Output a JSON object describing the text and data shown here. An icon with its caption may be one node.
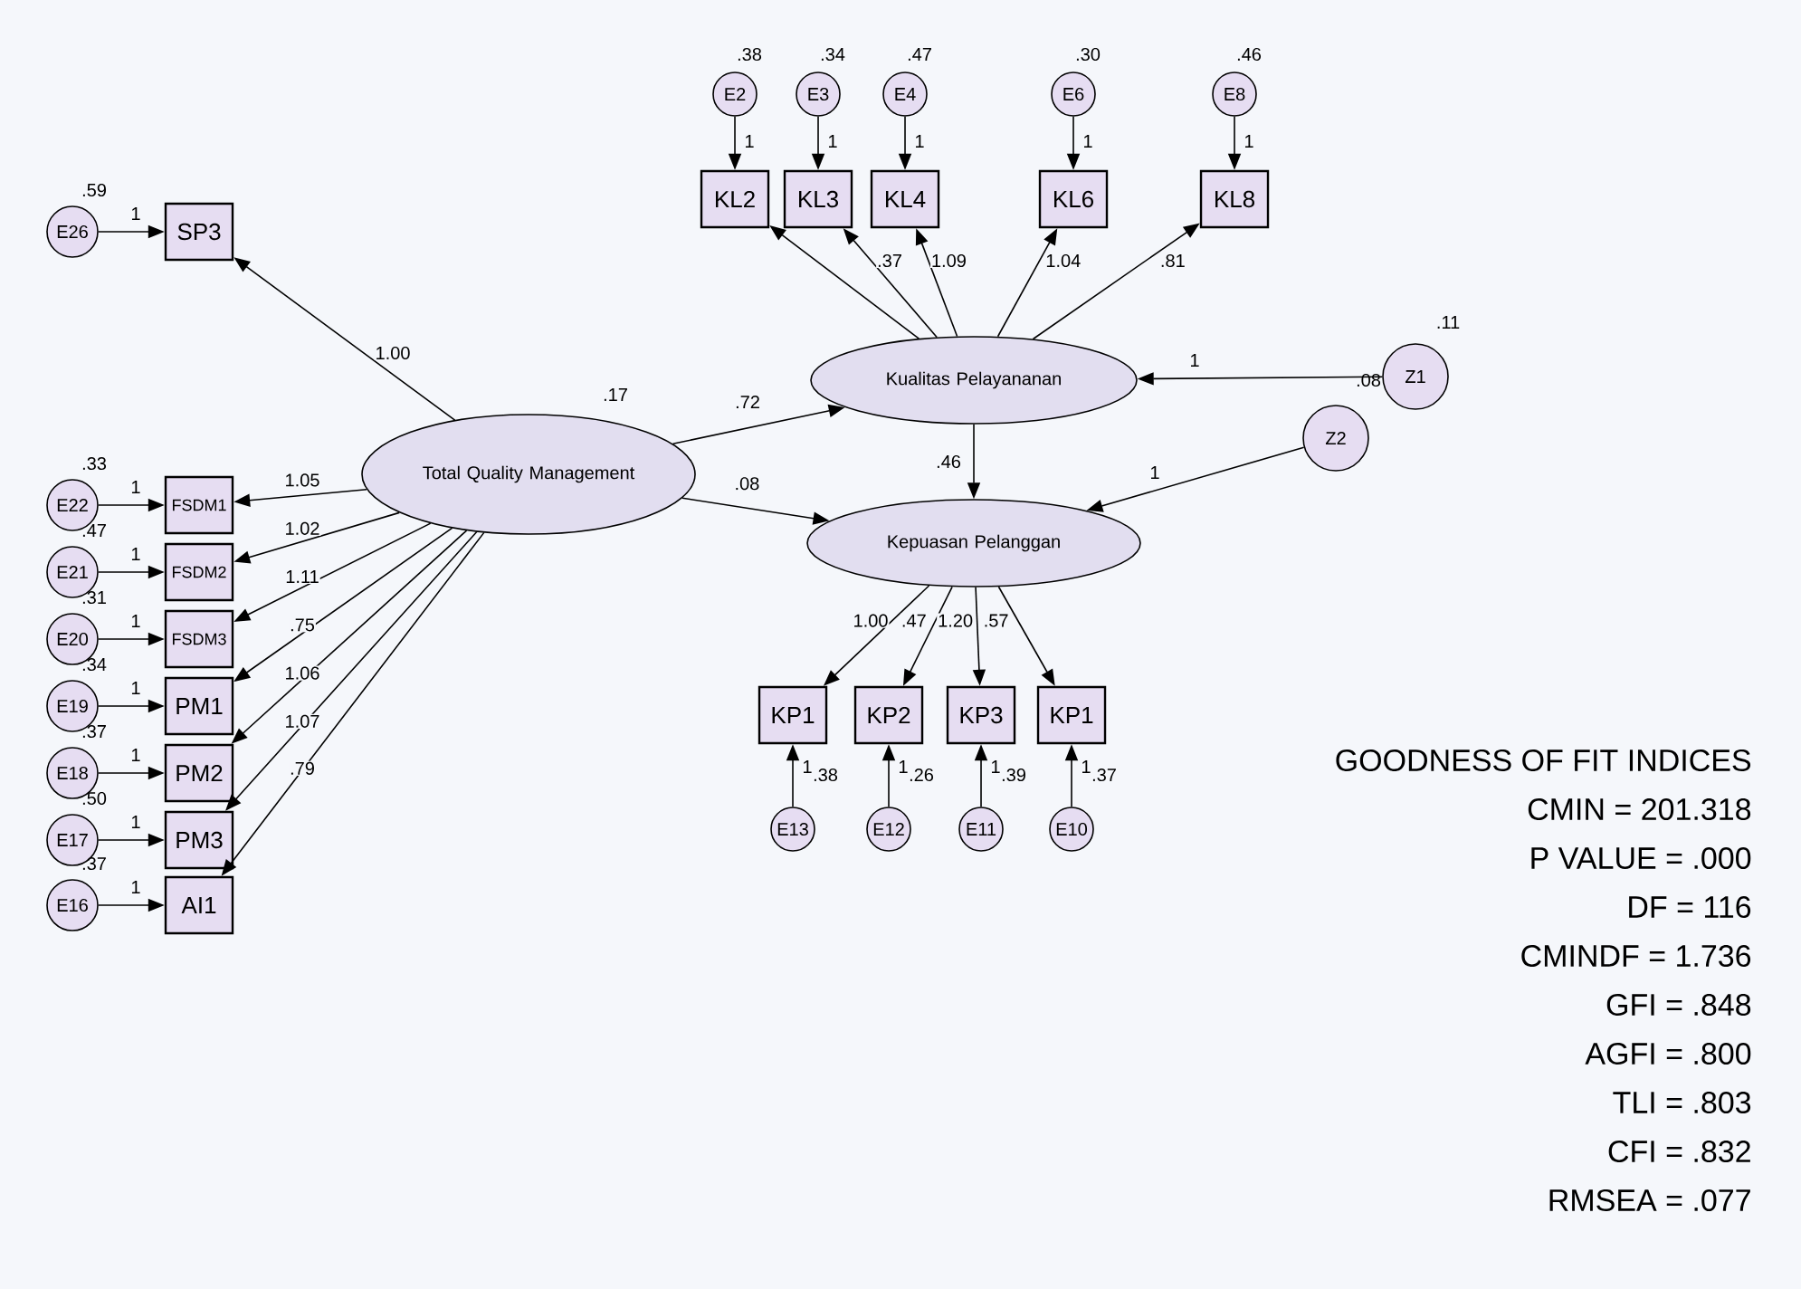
{
  "diagram": {
    "nodes": [
      {
        "text": [
          "Total Quality Management"
        ],
        "beside": [
          ".17"
        ]
      },
      {
        "text": [
          "Kualitas Pelayananan"
        ]
      },
      {
        "text": [
          "Kepuasan Pelanggan"
        ]
      },
      {
        "text": [
          "Z1"
        ],
        "beside": [
          ".11",
          ".08"
        ]
      },
      {
        "text": [
          "Z2"
        ]
      },
      {
        "text": [
          "SP3"
        ]
      },
      {
        "text": [
          "FSDM1"
        ]
      },
      {
        "text": [
          "FSDM2"
        ]
      },
      {
        "text": [
          "FSDM3"
        ]
      },
      {
        "text": [
          "PM1"
        ]
      },
      {
        "text": [
          "PM2"
        ]
      },
      {
        "text": [
          "PM3"
        ]
      },
      {
        "text": [
          "AI1"
        ]
      },
      {
        "text": [
          "E26"
        ],
        "beside": [
          ".59"
        ]
      },
      {
        "text": [
          "E22"
        ],
        "beside": [
          ".33"
        ]
      },
      {
        "text": [
          "E21"
        ],
        "beside": [
          ".47"
        ]
      },
      {
        "text": [
          "E20"
        ],
        "beside": [
          ".31"
        ]
      },
      {
        "text": [
          "E19"
        ],
        "beside": [
          ".34"
        ]
      },
      {
        "text": [
          "E18"
        ],
        "beside": [
          ".37"
        ]
      },
      {
        "text": [
          "E17"
        ],
        "beside": [
          ".50"
        ]
      },
      {
        "text": [
          "E16"
        ],
        "beside": [
          ".37"
        ]
      },
      {
        "text": [
          "KL2"
        ]
      },
      {
        "text": [
          "KL3"
        ]
      },
      {
        "text": [
          "KL4"
        ]
      },
      {
        "text": [
          "KL6"
        ]
      },
      {
        "text": [
          "KL8"
        ]
      },
      {
        "text": [
          "E2"
        ],
        "beside": [
          ".38"
        ]
      },
      {
        "text": [
          "E3"
        ],
        "beside": [
          ".34"
        ]
      },
      {
        "text": [
          "E4"
        ],
        "beside": [
          ".47"
        ]
      },
      {
        "text": [
          "E6"
        ],
        "beside": [
          ".30"
        ]
      },
      {
        "text": [
          "E8"
        ],
        "beside": [
          ".46"
        ]
      },
      {
        "text": [
          "KP1"
        ]
      },
      {
        "text": [
          "KP2"
        ]
      },
      {
        "text": [
          "KP3"
        ]
      },
      {
        "text": [
          "KP1"
        ]
      },
      {
        "text": [
          "E13"
        ],
        "beside": [
          ".38"
        ]
      },
      {
        "text": [
          "E12"
        ],
        "beside": [
          ".26"
        ]
      },
      {
        "text": [
          "E11"
        ],
        "beside": [
          ".39"
        ]
      },
      {
        "text": [
          "E10"
        ],
        "beside": [
          ".37"
        ]
      }
    ],
    "edges": [
      {
        "from": 0,
        "to": 5,
        "arrow": "to",
        "label": "1.00"
      },
      {
        "from": 0,
        "to": 6,
        "arrow": "to",
        "label": "1.05"
      },
      {
        "from": 0,
        "to": 7,
        "arrow": "to",
        "label": "1.02"
      },
      {
        "from": 0,
        "to": 8,
        "arrow": "to",
        "label": "1.11"
      },
      {
        "from": 0,
        "to": 9,
        "arrow": "to",
        "label": ".75"
      },
      {
        "from": 0,
        "to": 10,
        "arrow": "to",
        "label": "1.06"
      },
      {
        "from": 0,
        "to": 11,
        "arrow": "to",
        "label": "1.07"
      },
      {
        "from": 0,
        "to": 12,
        "arrow": "to",
        "label": ".79"
      },
      {
        "from": 0,
        "to": 1,
        "arrow": "to",
        "label": ".72"
      },
      {
        "from": 0,
        "to": 2,
        "arrow": "to",
        "label": ".08"
      },
      {
        "from": 1,
        "to": 2,
        "arrow": "to",
        "label": ".46"
      },
      {
        "from": 3,
        "to": 1,
        "arrow": "to",
        "label": "1"
      },
      {
        "from": 4,
        "to": 2,
        "arrow": "to",
        "label": "1"
      },
      {
        "from": 1,
        "to": 21,
        "arrow": "to"
      },
      {
        "from": 1,
        "to": 22,
        "arrow": "to",
        "label": ".37"
      },
      {
        "from": 1,
        "to": 23,
        "arrow": "to",
        "label": "1.09"
      },
      {
        "from": 1,
        "to": 24,
        "arrow": "to",
        "label": "1.04"
      },
      {
        "from": 1,
        "to": 25,
        "arrow": "to",
        "label": ".81"
      },
      {
        "from": 2,
        "to": 31,
        "arrow": "to",
        "label": "1.00"
      },
      {
        "from": 2,
        "to": 32,
        "arrow": "to",
        "label": ".47"
      },
      {
        "from": 2,
        "to": 33,
        "arrow": "to",
        "label": "1.20"
      },
      {
        "from": 2,
        "to": 34,
        "arrow": "to",
        "label": ".57"
      },
      {
        "from": 13,
        "to": 5,
        "arrow": "to",
        "label": "1"
      },
      {
        "from": 14,
        "to": 6,
        "arrow": "to",
        "label": "1"
      },
      {
        "from": 15,
        "to": 7,
        "arrow": "to",
        "label": "1"
      },
      {
        "from": 16,
        "to": 8,
        "arrow": "to",
        "label": "1"
      },
      {
        "from": 17,
        "to": 9,
        "arrow": "to",
        "label": "1"
      },
      {
        "from": 18,
        "to": 10,
        "arrow": "to",
        "label": "1"
      },
      {
        "from": 19,
        "to": 11,
        "arrow": "to",
        "label": "1"
      },
      {
        "from": 20,
        "to": 12,
        "arrow": "to",
        "label": "1"
      },
      {
        "from": 26,
        "to": 21,
        "arrow": "to",
        "label": "1"
      },
      {
        "from": 27,
        "to": 22,
        "arrow": "to",
        "label": "1"
      },
      {
        "from": 28,
        "to": 23,
        "arrow": "to",
        "label": "1"
      },
      {
        "from": 29,
        "to": 24,
        "arrow": "to",
        "label": "1"
      },
      {
        "from": 30,
        "to": 25,
        "arrow": "to",
        "label": "1"
      },
      {
        "from": 35,
        "to": 31,
        "arrow": "to",
        "label": "1"
      },
      {
        "from": 36,
        "to": 32,
        "arrow": "to",
        "label": "1"
      },
      {
        "from": 37,
        "to": 33,
        "arrow": "to",
        "label": "1"
      },
      {
        "from": 38,
        "to": 34,
        "arrow": "to",
        "label": "1"
      }
    ],
    "labels": [
      "GOODNESS OF FIT INDICES",
      "CMIN = 201.318",
      "P VALUE = .000",
      "DF = 116",
      "CMINDF = 1.736",
      "GFI = .848",
      "AGFI = .800",
      "TLI = .803",
      "CFI = .832",
      "RMSEA = .077"
    ]
  }
}
